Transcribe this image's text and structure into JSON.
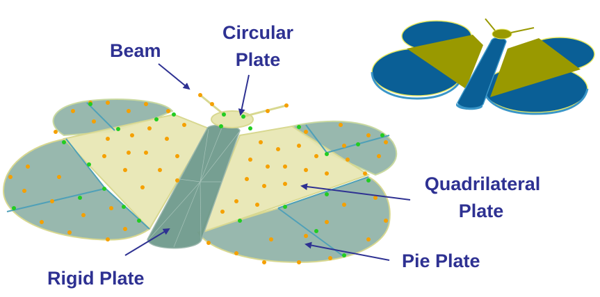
{
  "labels": {
    "beam": "Beam",
    "circular_line1": "Circular",
    "circular_line2": "Plate",
    "quad_line1": "Quadrilateral",
    "quad_line2": "Plate",
    "pie": "Pie Plate",
    "rigid": "Rigid Plate"
  },
  "colors": {
    "label_text": "#2e3192",
    "leader_line": "#2e3192",
    "pie_plate_fill": "#86aba0",
    "quad_plate_fill": "#e7e6b2",
    "rigid_plate_fill": "#6f9a8c",
    "inset_blue": "#0a5f96",
    "inset_olive": "#999900",
    "node_orange": "#f5a000",
    "node_green": "#22cc22"
  }
}
